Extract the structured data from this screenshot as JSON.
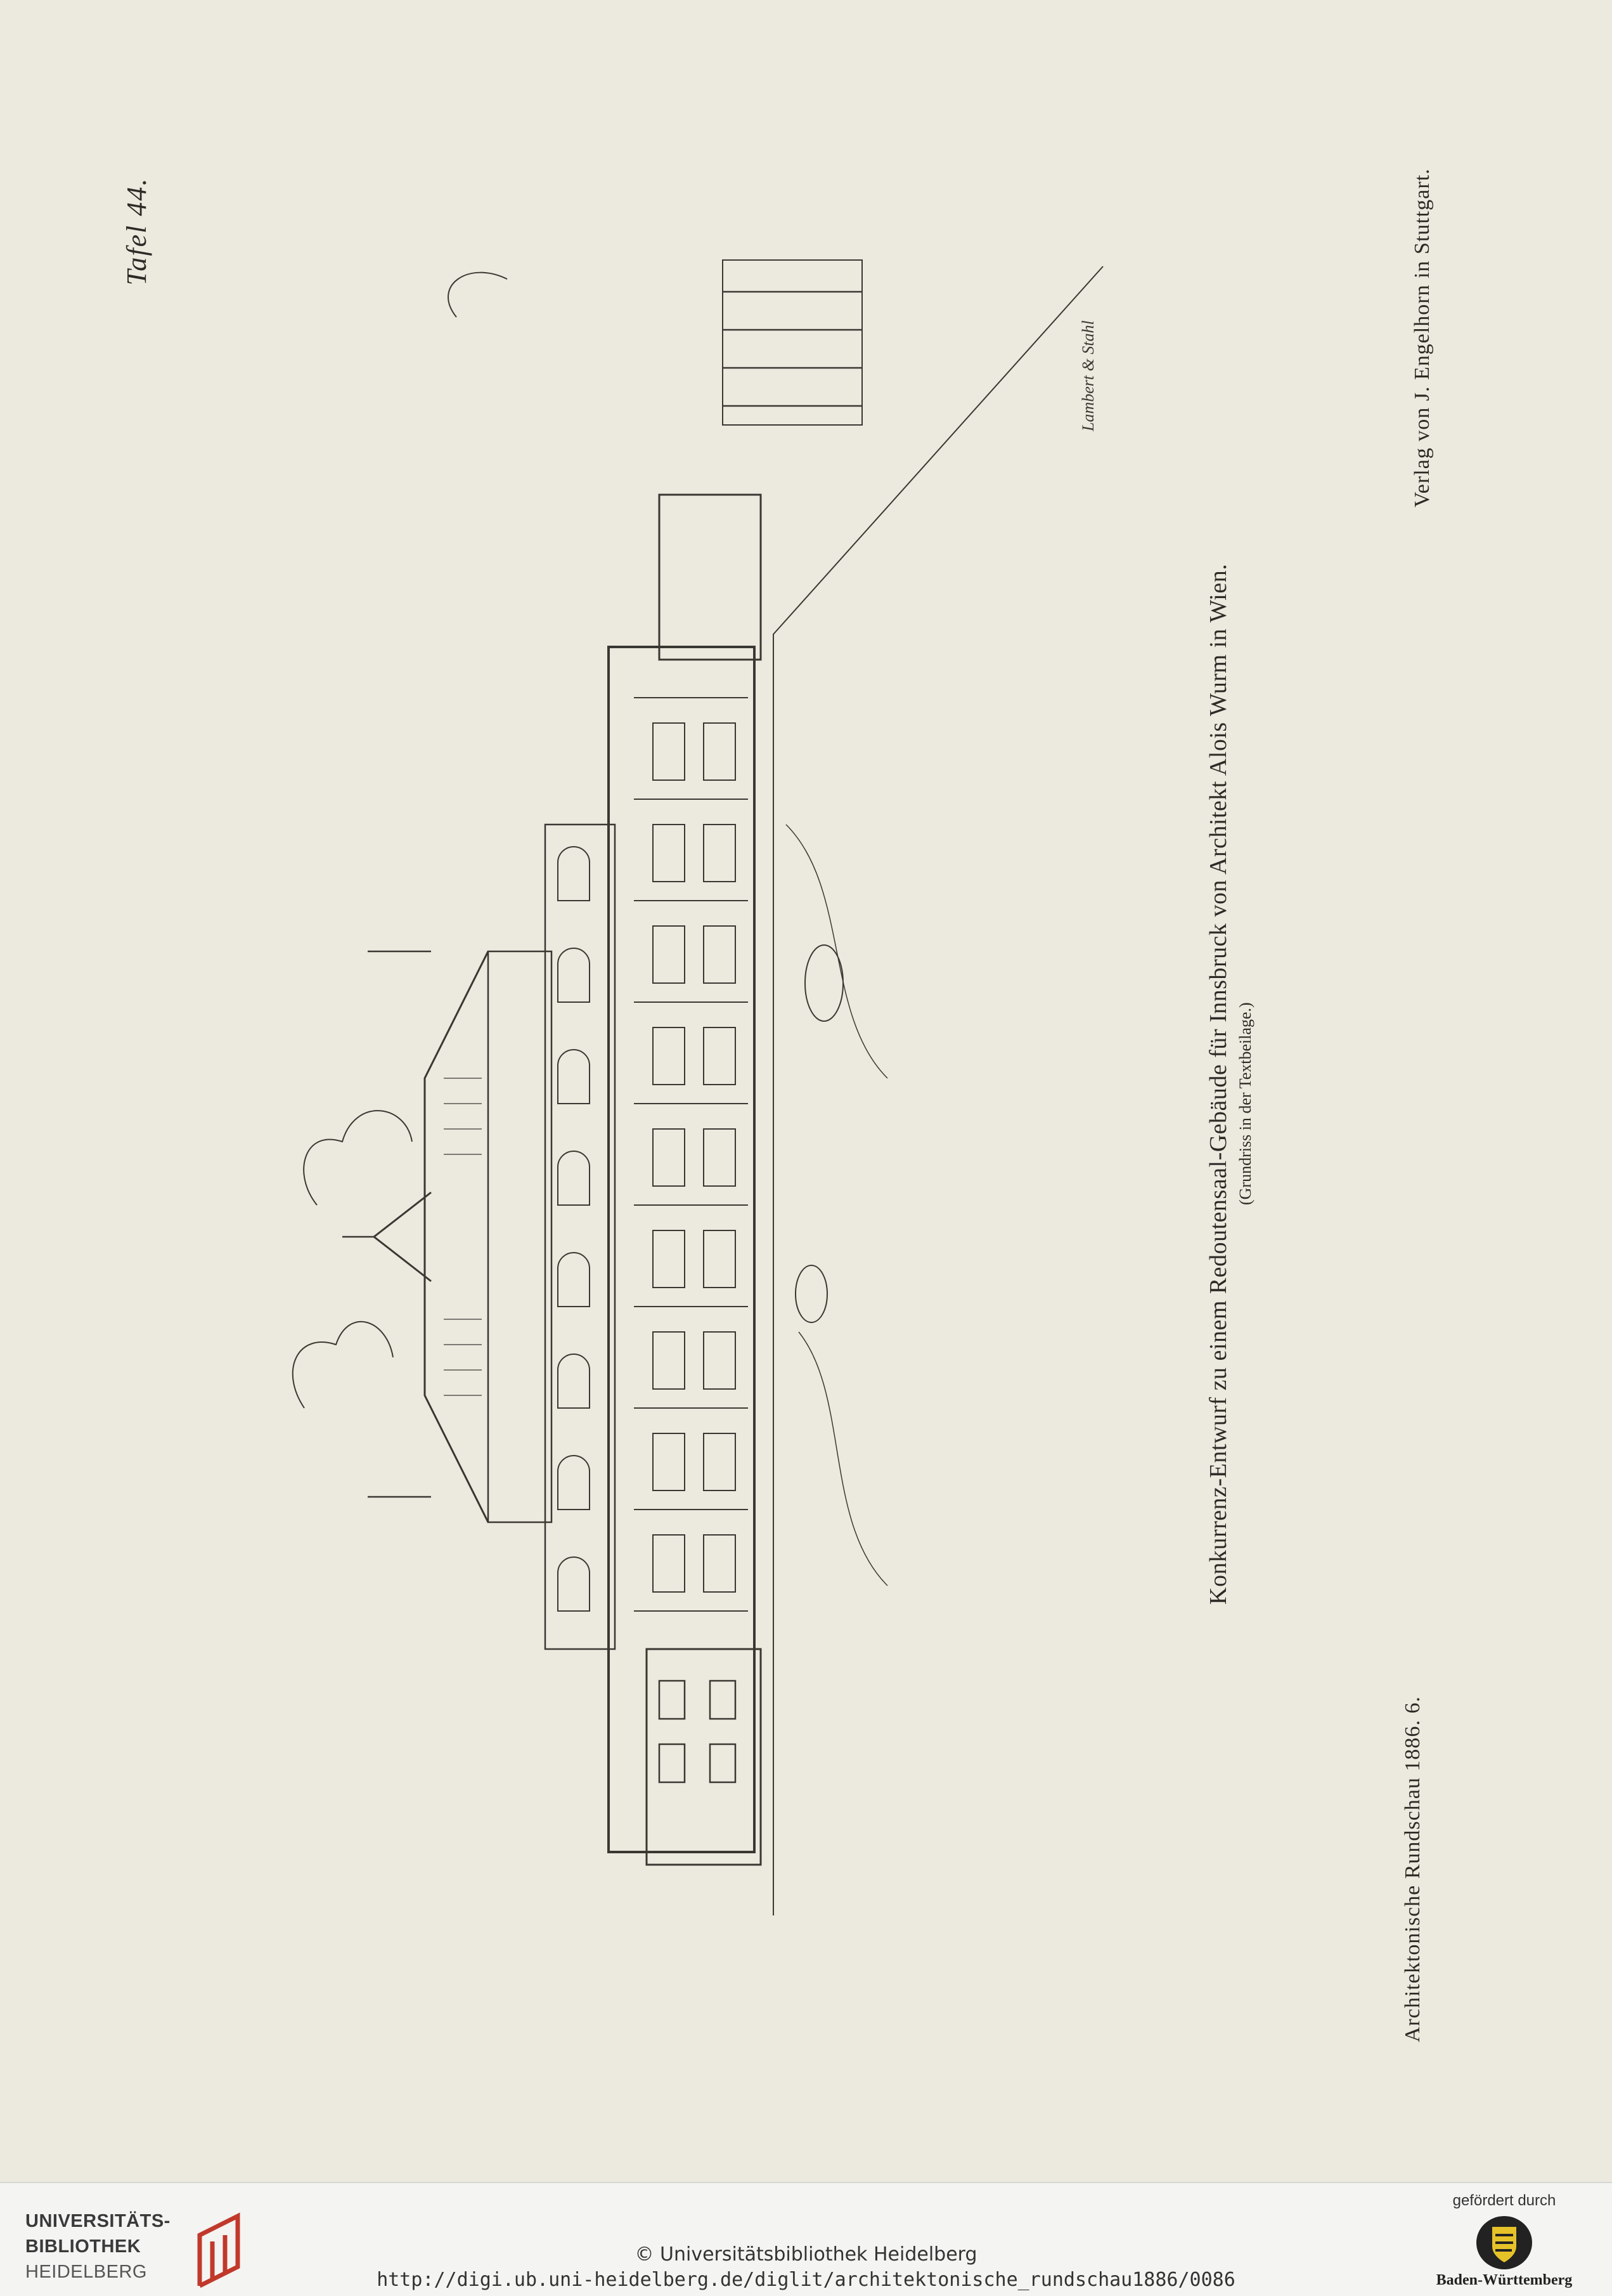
{
  "plate": {
    "label": "Tafel 44."
  },
  "caption": {
    "main": "Konkurrenz-Entwurf zu einem Redoutensaal-Gebäude für Innsbruck von Architekt Alois Wurm in Wien.",
    "sub": "(Grundriss in der Textbeilage.)"
  },
  "journal": "Architektonische Rundschau 1886. 6.",
  "publisher": "Verlag von J. Engelhorn in Stuttgart.",
  "illustration": {
    "icon": "building-engraving-icon",
    "signature": "Lambert & Stahl"
  },
  "footer": {
    "library_line1": "UNIVERSITÄTS-",
    "library_line2": "BIBLIOTHEK",
    "library_line3": "HEIDELBERG",
    "copyright": "© Universitätsbibliothek Heidelberg",
    "url": "http://digi.ub.uni-heidelberg.de/diglit/architektonische_rundschau1886/0086",
    "sponsor_label": "gefördert durch",
    "sponsor_name": "Baden-Württemberg"
  },
  "colors": {
    "paper": "#ece9df",
    "ink": "#2c2a25",
    "logo_red": "#c0392b"
  }
}
